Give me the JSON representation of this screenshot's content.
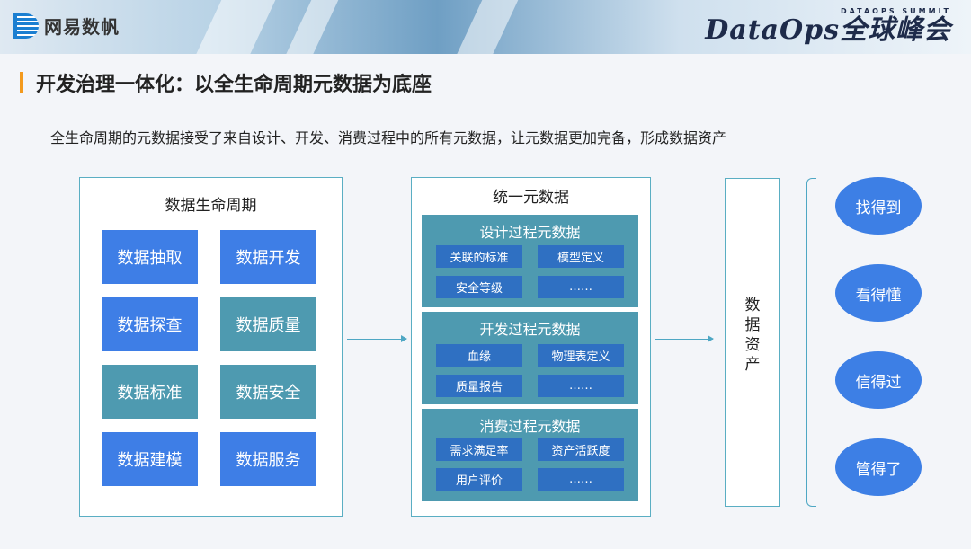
{
  "header": {
    "logo_text": "网易数帆",
    "summit_small": "DATAOPS SUMMIT",
    "summit_big": "DataOps全球峰会"
  },
  "title": "开发治理一体化：以全生命周期元数据为底座",
  "subtitle": "全生命周期的元数据接受了来自设计、开发、消费过程中的所有元数据，让元数据更加完备，形成数据资产",
  "lifecycle": {
    "title": "数据生命周期",
    "items": [
      "数据抽取",
      "数据开发",
      "数据探查",
      "数据质量",
      "数据标准",
      "数据安全",
      "数据建模",
      "数据服务"
    ]
  },
  "unified": {
    "title": "统一元数据",
    "groups": [
      {
        "title": "设计过程元数据",
        "chips": [
          "关联的标准",
          "模型定义",
          "安全等级",
          "……"
        ]
      },
      {
        "title": "开发过程元数据",
        "chips": [
          "血缘",
          "物理表定义",
          "质量报告",
          "……"
        ]
      },
      {
        "title": "消费过程元数据",
        "chips": [
          "需求满足率",
          "资产活跃度",
          "用户评价",
          "……"
        ]
      }
    ]
  },
  "asset": {
    "label": "数据资产"
  },
  "outcomes": [
    "找得到",
    "看得懂",
    "信得过",
    "管得了"
  ],
  "colors": {
    "accent": "#f39a1e",
    "blue": "#3e7ee6",
    "teal": "#4e9ab0",
    "chip": "#2f70c2",
    "border": "#5aaec3"
  }
}
